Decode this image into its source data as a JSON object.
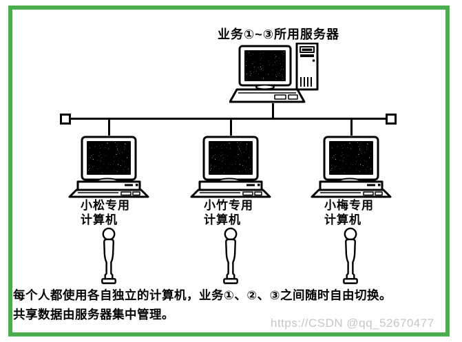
{
  "page": {
    "title": "业务①~③所用服务器",
    "clients": [
      {
        "owner": "小松专用",
        "device": "计算机"
      },
      {
        "owner": "小竹专用",
        "device": "计算机"
      },
      {
        "owner": "小梅专用",
        "device": "计算机"
      }
    ],
    "caption": {
      "line1": "每个人都使用各自独立的计算机，业务①、②、③之间随时自由切换。",
      "line2": "共享数据由服务器集中管理。"
    },
    "watermark": "https://CSDN @qq_52670477",
    "colors": {
      "frame_green": "#49ae4e",
      "line_black": "#000000",
      "watermark_gray": "#c6c6c6"
    },
    "icons": {
      "server": "server-computer-icon",
      "client": "client-computer-icon",
      "person": "person-icon",
      "terminator": "bus-terminator-square"
    }
  }
}
